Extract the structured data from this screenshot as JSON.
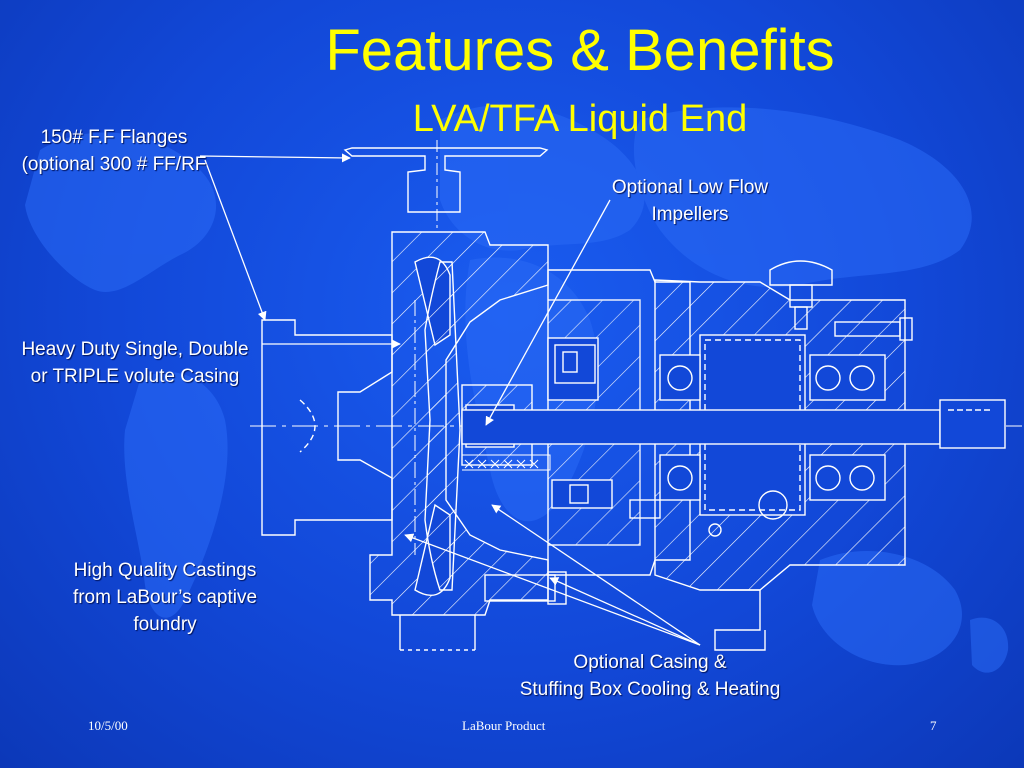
{
  "slide": {
    "title": "Features & Benefits",
    "subtitle": "LVA/TFA Liquid End"
  },
  "callouts": {
    "flanges": {
      "line1": "150# F.F Flanges",
      "line2": "(optional 300 # FF/RF"
    },
    "impellers": {
      "line1": "Optional Low Flow",
      "line2": "Impellers"
    },
    "casing": {
      "line1": "Heavy Duty Single, Double",
      "line2": "or TRIPLE volute Casing"
    },
    "castings": {
      "line1": "High Quality Castings",
      "line2": "from LaBour’s captive",
      "line3": "foundry"
    },
    "cooling": {
      "line1": "Optional Casing &",
      "line2": "Stuffing Box Cooling & Heating"
    }
  },
  "footer": {
    "date": "10/5/00",
    "center": "LaBour Product",
    "page": "7"
  },
  "colors": {
    "background": "#1248d8",
    "title": "#ffff00",
    "text": "#ffffff",
    "drawing_lines": "#ffffff"
  }
}
